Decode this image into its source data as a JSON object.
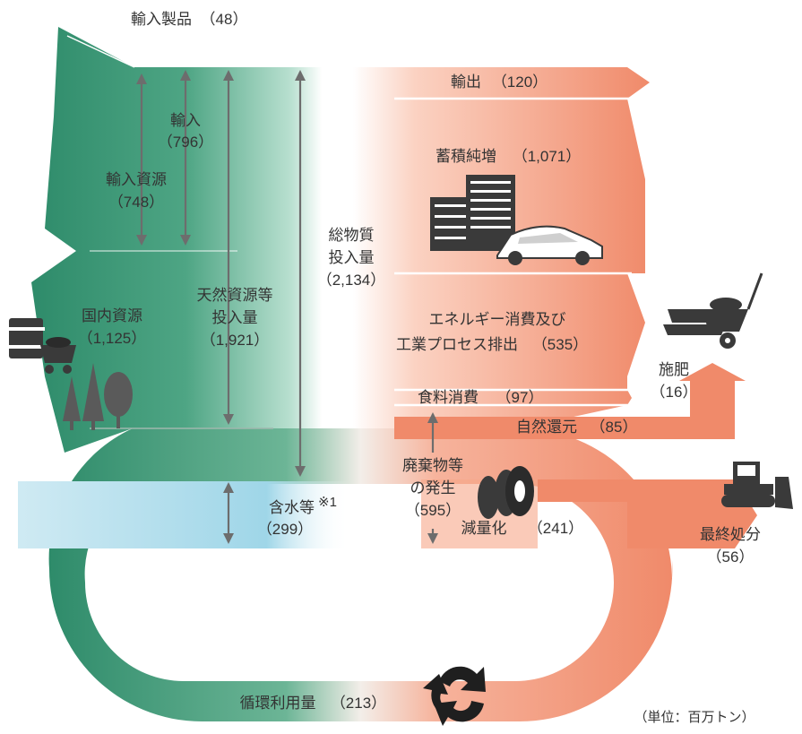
{
  "diagram": {
    "units_note": "（単位：百万トン）",
    "flows": {
      "imported_products": {
        "label": "輸入製品",
        "value": "（48）"
      },
      "import": {
        "label": "輸入",
        "value": "（796）"
      },
      "imported_resources": {
        "label": "輸入資源",
        "value": "（748）"
      },
      "domestic_resources": {
        "label": "国内資源",
        "value": "（1,125）"
      },
      "natural_resource_input": {
        "line1": "天然資源等",
        "line2": "投入量",
        "value": "（1,921）"
      },
      "total_material_input": {
        "line1": "総物質",
        "line2": "投入量",
        "value": "（2,134）"
      },
      "water_content": {
        "label": "含水等",
        "footnote": "※1",
        "value": "（299）"
      },
      "export": {
        "label": "輸出",
        "value": "（120）"
      },
      "net_accumulation": {
        "label": "蓄積純増",
        "value": "（1,071）"
      },
      "energy_emissions": {
        "line1": "エネルギー消費及び",
        "line2": "工業プロセス排出",
        "value": "（535）"
      },
      "food_consumption": {
        "label": "食料消費",
        "value": "（97）"
      },
      "natural_return": {
        "label": "自然還元",
        "value": "（85）"
      },
      "fertilizer": {
        "label": "施肥",
        "value": "（16）"
      },
      "waste_generation": {
        "line1": "廃棄物等",
        "line2": "の発生",
        "value": "（595）"
      },
      "reduction": {
        "label": "減量化",
        "value": "（241）"
      },
      "final_disposal": {
        "label": "最終処分",
        "value": "（56）"
      },
      "recycled_use": {
        "label": "循環利用量",
        "value": "（213）"
      }
    },
    "colors": {
      "green": "#2e8b6a",
      "green_light": "#8cc7b0",
      "salmon": "#f08a6a",
      "salmon_light": "#fbd6c8",
      "water": "#a9dcec",
      "arrow": "#6d6d6d"
    },
    "icons": [
      "mining-icon",
      "forest-icon",
      "building-icon",
      "car-icon",
      "wheelbarrow-icon",
      "tire-icon",
      "bulldozer-icon",
      "recycle-icon"
    ]
  }
}
